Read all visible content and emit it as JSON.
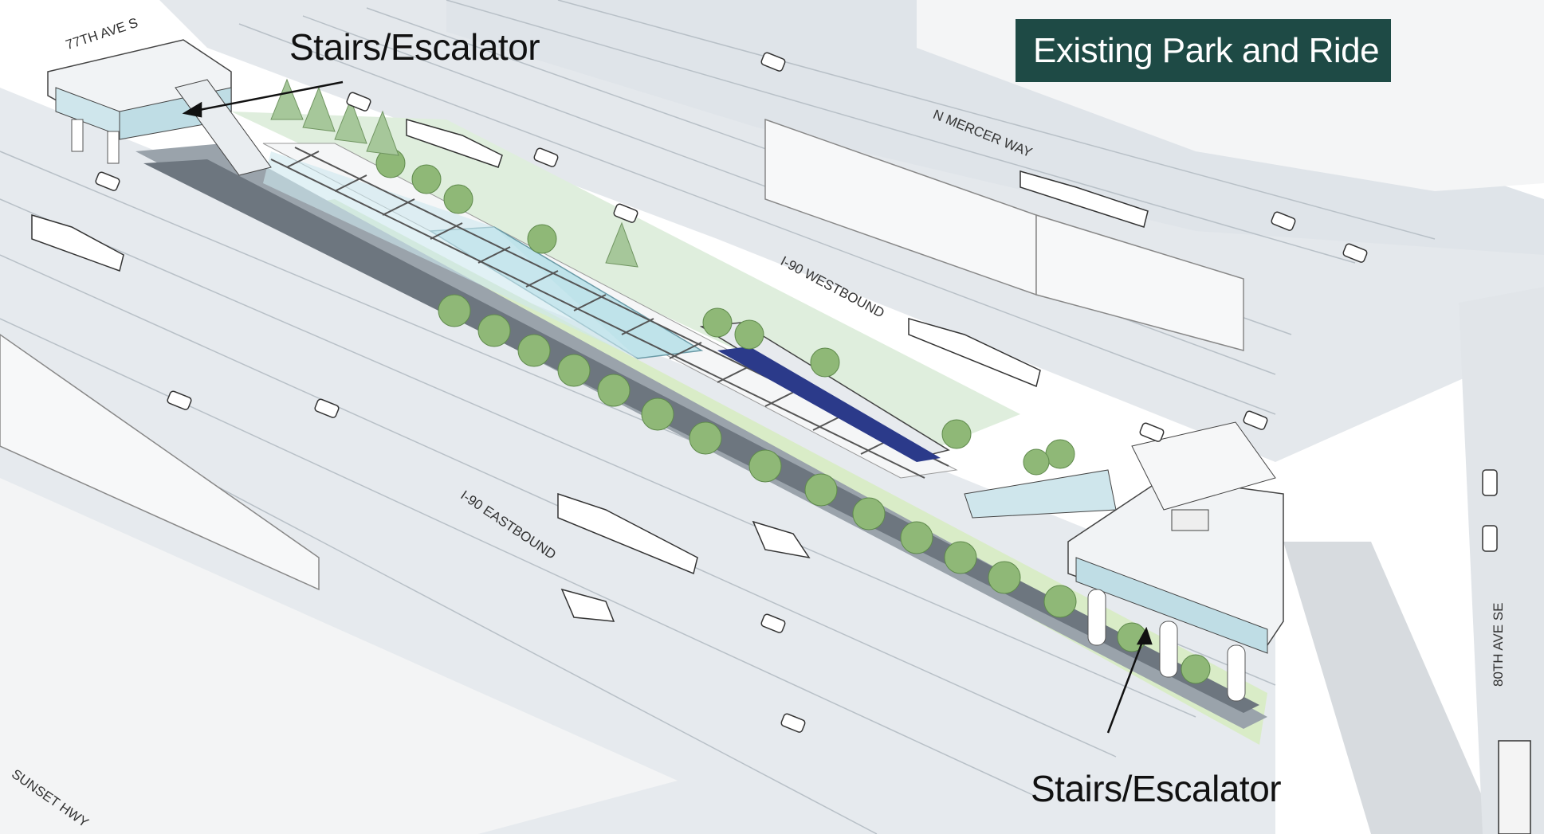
{
  "callouts": {
    "top": "Stairs/Escalator",
    "bottom": "Stairs/Escalator"
  },
  "park_and_ride_label": "Existing Park and Ride",
  "road_labels": {
    "ave_77": "77TH AVE S",
    "mercer": "N MERCER WAY",
    "westbound": "I-90 WESTBOUND",
    "eastbound": "I-90 EASTBOUND",
    "ave_80": "80TH AVE SE",
    "sunset": "SUNSET HWY"
  },
  "colors": {
    "label_bg": "#1e4a45",
    "ground": "#e8ecef",
    "landscape": "#d9ecc7",
    "trees": "#8fb877",
    "glass": "#bfe3ea",
    "train": "#2b3a8a"
  }
}
